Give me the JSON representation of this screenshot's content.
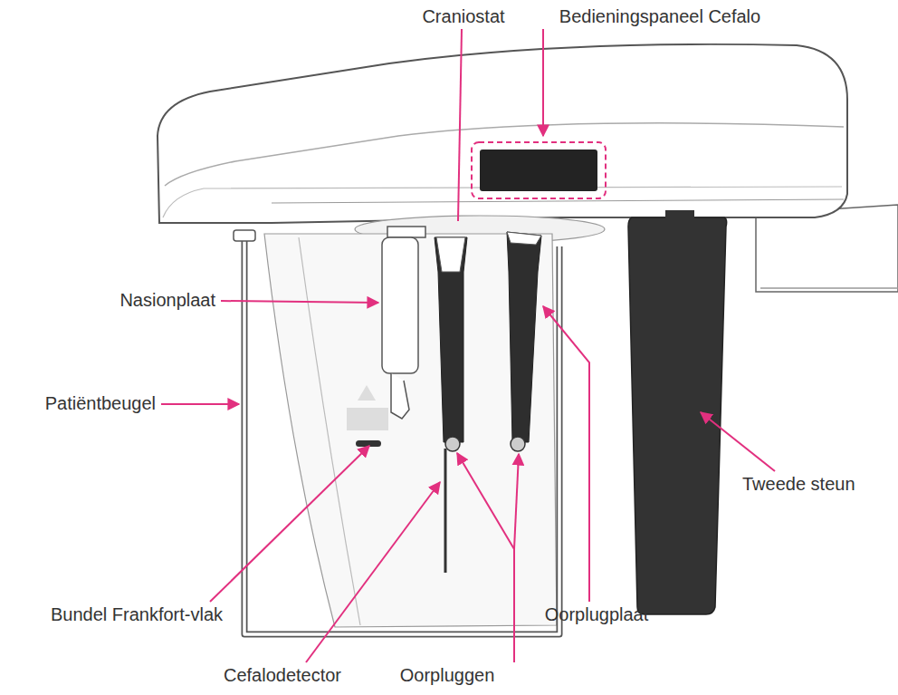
{
  "diagram": {
    "labels": [
      "Craniostat",
      "Bedieningspaneel Cefalo",
      "Nasionplaat",
      "Patiëntbeugel",
      "Tweede steun",
      "Bundel Frankfort-vlak",
      "Oorplugplaat",
      "Cefalodetector",
      "Oorpluggen"
    ]
  }
}
